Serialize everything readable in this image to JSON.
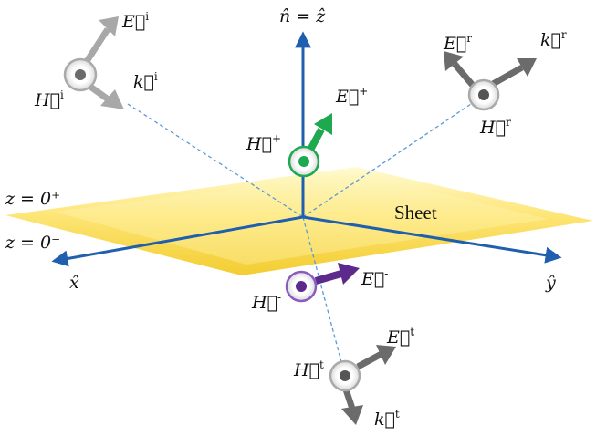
{
  "sheet": {
    "label": "Sheet",
    "upper_side": "z = 0⁺",
    "lower_side": "z = 0⁻"
  },
  "axes": {
    "normal": "n̂ = ẑ",
    "x": "x̂",
    "y": "ŷ"
  },
  "fields": {
    "incident": {
      "E": "E⃗",
      "E_sup": "i",
      "H": "H⃗",
      "H_sup": "i",
      "k": "k⃗",
      "k_sup": "i"
    },
    "reflected": {
      "E": "E⃗",
      "E_sup": "r",
      "H": "H⃗",
      "H_sup": "r",
      "k": "k⃗",
      "k_sup": "r"
    },
    "transmitted": {
      "E": "E⃗",
      "E_sup": "t",
      "H": "H⃗",
      "H_sup": "t",
      "k": "k⃗",
      "k_sup": "t"
    },
    "above": {
      "E": "E⃗",
      "E_sup": "+",
      "H": "H⃗",
      "H_sup": "+"
    },
    "below": {
      "E": "E⃗",
      "E_sup": "-",
      "H": "H⃗",
      "H_sup": "-"
    }
  },
  "colors": {
    "axis": "#1f5fae",
    "sheet_light": "#fff7b0",
    "sheet_dark": "#f2cf2a",
    "wave_gray": "#6b6b6b",
    "wave_light": "#a8a8a8",
    "field_above": "#1ea84f",
    "field_below": "#5b2a8c",
    "ray_dashed": "#5b9bd5"
  }
}
